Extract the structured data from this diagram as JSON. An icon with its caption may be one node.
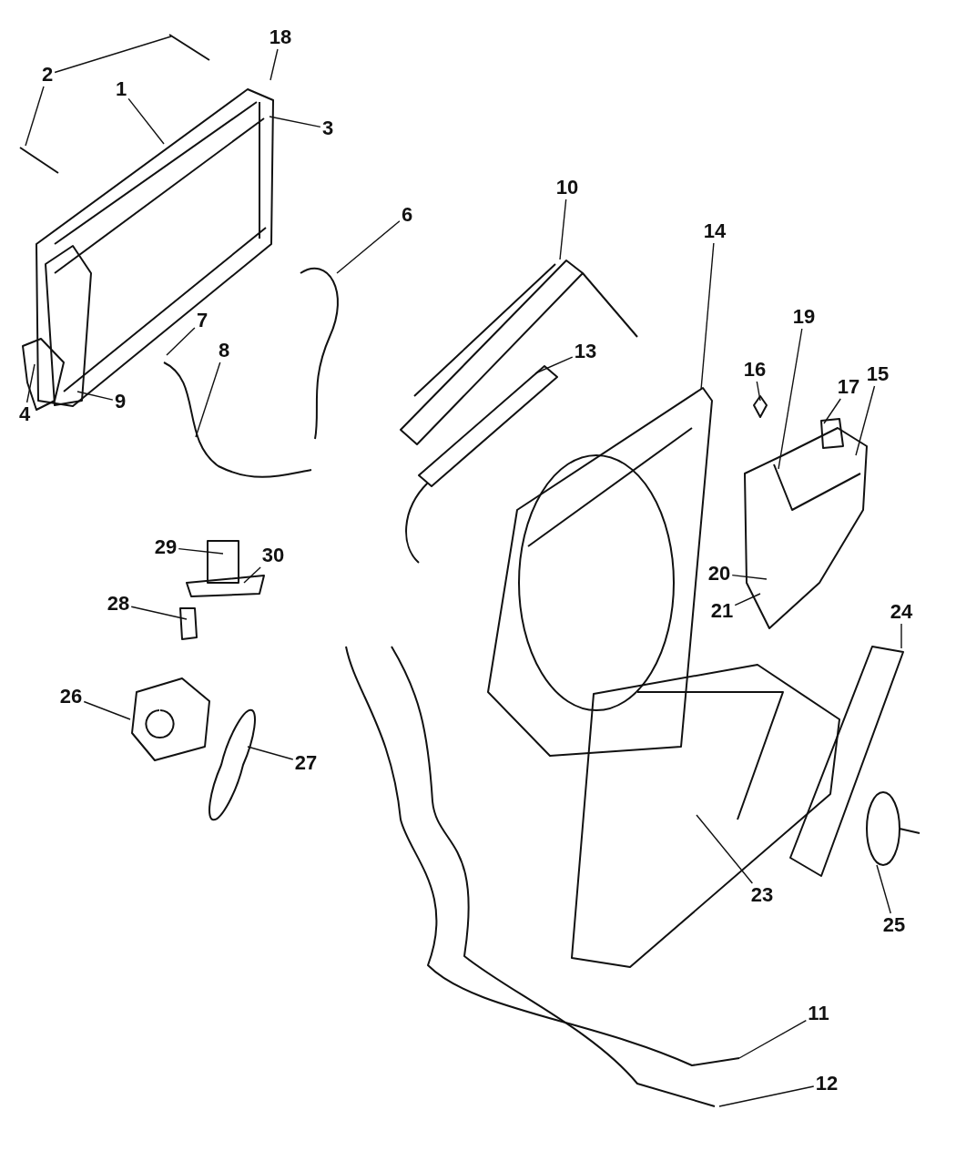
{
  "diagram": {
    "nodes": [
      {
        "text": [
          "1"
        ]
      },
      {
        "text": [
          "2"
        ]
      },
      {
        "text": [
          "3"
        ]
      },
      {
        "text": [
          "4"
        ]
      },
      {
        "text": [
          "6"
        ]
      },
      {
        "text": [
          "7"
        ]
      },
      {
        "text": [
          "8"
        ]
      },
      {
        "text": [
          "9"
        ]
      },
      {
        "text": [
          "10"
        ]
      },
      {
        "text": [
          "11"
        ]
      },
      {
        "text": [
          "12"
        ]
      },
      {
        "text": [
          "13"
        ]
      },
      {
        "text": [
          "14"
        ]
      },
      {
        "text": [
          "15"
        ]
      },
      {
        "text": [
          "16"
        ]
      },
      {
        "text": [
          "17"
        ]
      },
      {
        "text": [
          "18"
        ]
      },
      {
        "text": [
          "19"
        ]
      },
      {
        "text": [
          "20"
        ]
      },
      {
        "text": [
          "21"
        ]
      },
      {
        "text": [
          "23"
        ]
      },
      {
        "text": [
          "24"
        ]
      },
      {
        "text": [
          "25"
        ]
      },
      {
        "text": [
          "26"
        ]
      },
      {
        "text": [
          "27"
        ]
      },
      {
        "text": [
          "28"
        ]
      },
      {
        "text": [
          "29"
        ]
      },
      {
        "text": [
          "30"
        ]
      }
    ],
    "edges": [
      {
        "from": 0,
        "to": null,
        "arrow": "none"
      },
      {
        "from": 1,
        "to": null,
        "arrow": "none"
      },
      {
        "from": 1,
        "to": null,
        "arrow": "none"
      },
      {
        "from": 2,
        "to": null,
        "arrow": "none"
      },
      {
        "from": 3,
        "to": null,
        "arrow": "none"
      },
      {
        "from": 4,
        "to": null,
        "arrow": "none"
      },
      {
        "from": 5,
        "to": null,
        "arrow": "none"
      },
      {
        "from": 6,
        "to": null,
        "arrow": "none"
      },
      {
        "from": 7,
        "to": null,
        "arrow": "none"
      },
      {
        "from": 8,
        "to": null,
        "arrow": "none"
      },
      {
        "from": 9,
        "to": null,
        "arrow": "none"
      },
      {
        "from": 10,
        "to": null,
        "arrow": "none"
      },
      {
        "from": 11,
        "to": null,
        "arrow": "none"
      },
      {
        "from": 12,
        "to": null,
        "arrow": "none"
      },
      {
        "from": 13,
        "to": null,
        "arrow": "none"
      },
      {
        "from": 14,
        "to": null,
        "arrow": "none"
      },
      {
        "from": 15,
        "to": null,
        "arrow": "none"
      },
      {
        "from": 16,
        "to": null,
        "arrow": "none"
      },
      {
        "from": 17,
        "to": null,
        "arrow": "none"
      },
      {
        "from": 18,
        "to": null,
        "arrow": "none"
      },
      {
        "from": 19,
        "to": null,
        "arrow": "none"
      },
      {
        "from": 20,
        "to": null,
        "arrow": "none"
      },
      {
        "from": 21,
        "to": null,
        "arrow": "none"
      },
      {
        "from": 22,
        "to": null,
        "arrow": "none"
      },
      {
        "from": 23,
        "to": null,
        "arrow": "none"
      },
      {
        "from": 24,
        "to": null,
        "arrow": "none"
      },
      {
        "from": 25,
        "to": null,
        "arrow": "none"
      },
      {
        "from": 26,
        "to": null,
        "arrow": "none"
      },
      {
        "from": 27,
        "to": null,
        "arrow": "none"
      }
    ]
  }
}
